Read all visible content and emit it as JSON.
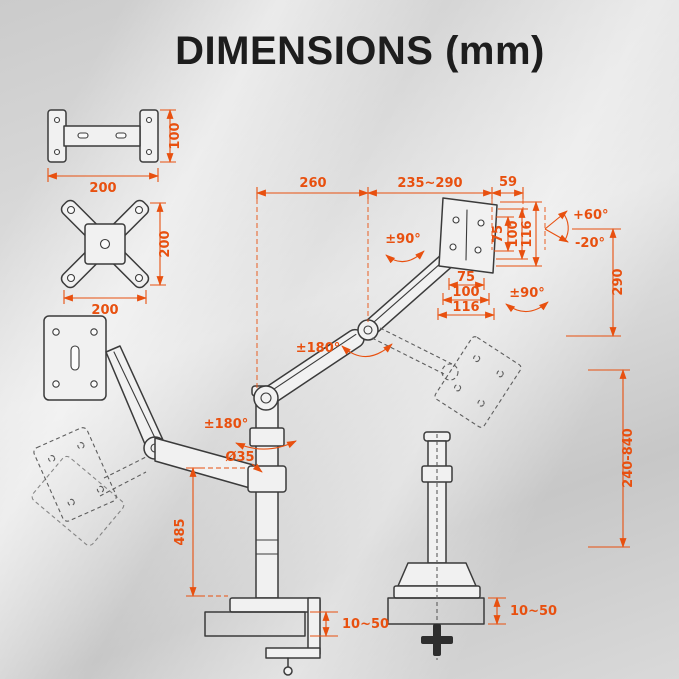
{
  "title": "DIMENSIONS (mm)",
  "colors": {
    "dimension": "#e8500f",
    "drawing": "#3b3b3b",
    "background": "#d6d6d6"
  },
  "vesa_plates": {
    "top_view": {
      "width": "200",
      "height": "100"
    },
    "front_view": {
      "width": "200",
      "height": "200"
    }
  },
  "arm": {
    "segment1": "260",
    "segment2": "235~290",
    "head_offset": "59"
  },
  "vesa_right": {
    "d75": "75",
    "d100": "100",
    "d116": "116"
  },
  "vesa_center": {
    "d75": "75",
    "d100": "100",
    "d116": "116"
  },
  "tilt": {
    "up": "+60°",
    "down": "-20°"
  },
  "rotation": {
    "head_side": "±90°",
    "head_front": "±90°",
    "elbow": "±180°",
    "pole": "±180°"
  },
  "pole": {
    "diameter": "Ø35"
  },
  "heights": {
    "drop": "290",
    "lower_arm": "485",
    "pole_range": "240-840"
  },
  "clamp": {
    "left_range": "10~50",
    "right_range": "10~50"
  }
}
